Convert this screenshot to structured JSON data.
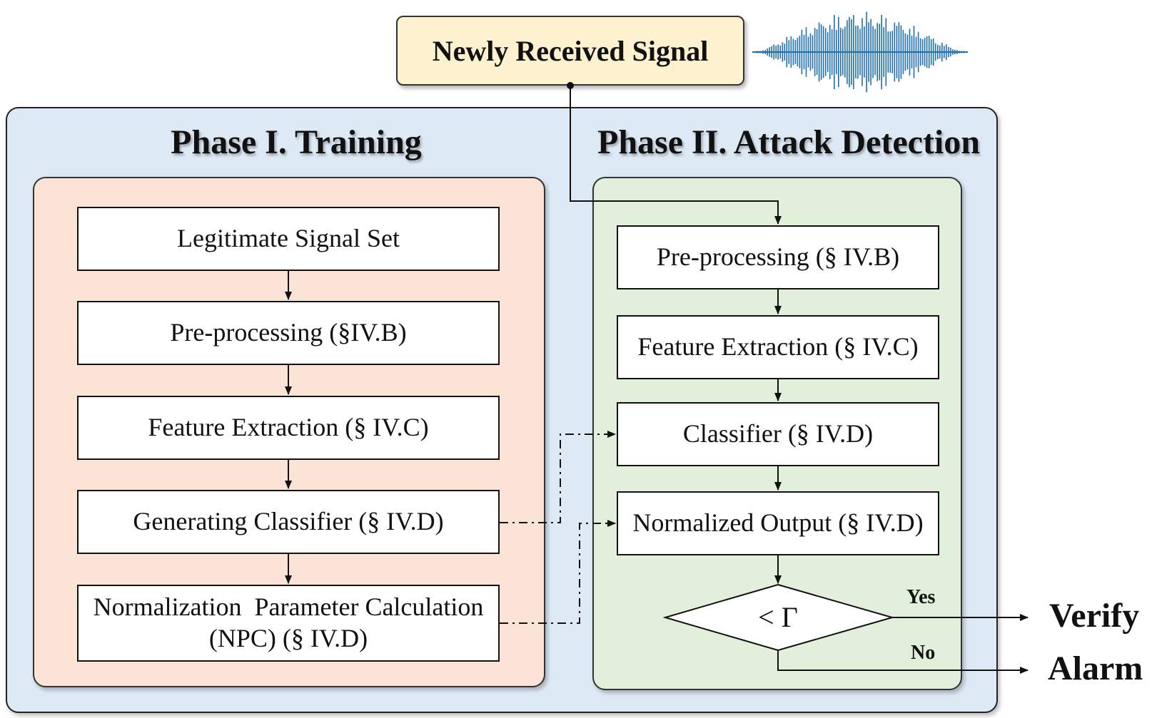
{
  "signal": {
    "label": "Newly Received Signal",
    "waveform_icon": "sound-wave-icon",
    "waveform_color": "#1f6fae"
  },
  "training": {
    "title": "Phase I. Training",
    "steps": [
      "Legitimate Signal Set",
      "Pre-processing (§IV.B)",
      "Feature Extraction (§ IV.C)",
      "Generating Classifier (§ IV.D)"
    ],
    "npc_line1": "Normalization  Parameter Calculation",
    "npc_line2": "(NPC) (§ IV.D)"
  },
  "detection": {
    "title": "Phase II. Attack Detection",
    "steps": [
      "Pre-processing (§ IV.B)",
      "Feature Extraction (§ IV.C)",
      "Classifier (§ IV.D)",
      "Normalized Output (§ IV.D)"
    ],
    "decision": "< Γ",
    "yes_label": "Yes",
    "no_label": "No"
  },
  "outcomes": {
    "verify": "Verify",
    "alarm": "Alarm"
  },
  "colors": {
    "outer_panel": "#dde9f5",
    "training_panel": "#fbe3d6",
    "detection_panel": "#e2efda",
    "signal_box": "#fdf1cf"
  }
}
